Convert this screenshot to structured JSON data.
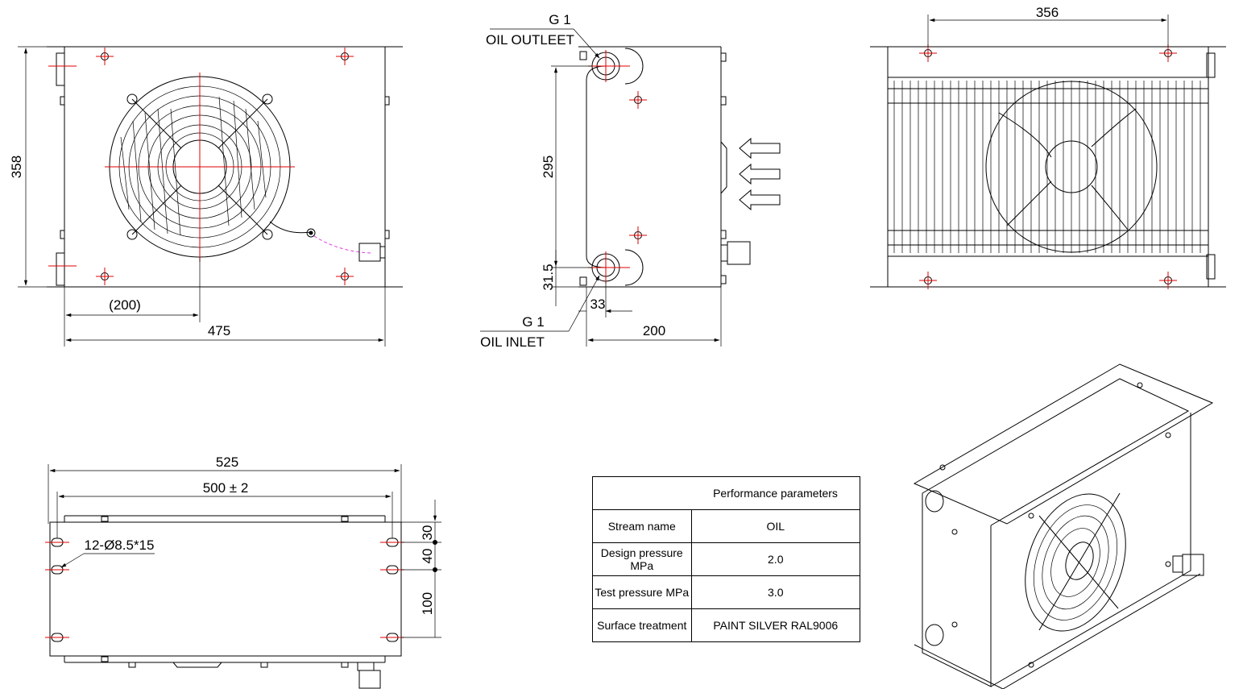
{
  "front_view": {
    "dim_height": "358",
    "dim_center": "(200)",
    "dim_width": "475"
  },
  "side_view": {
    "outlet_thread": "G 1",
    "outlet_label": "OIL OUTLEET",
    "inlet_thread": "G 1",
    "inlet_label": "OIL INLET",
    "dim_port_spacing": "295",
    "dim_port_height": "31.5",
    "dim_port_offset": "33",
    "dim_depth": "200"
  },
  "back_view": {
    "dim_hole_spacing": "356"
  },
  "bottom_view": {
    "dim_overall": "525",
    "dim_holes": "500 ± 2",
    "hole_spec": "12-Ø8.5*15",
    "dim_a": "30",
    "dim_b": "40",
    "dim_c": "100"
  },
  "table": {
    "header": "Performance parameters",
    "rows": [
      {
        "label": "Stream name",
        "value": "OIL"
      },
      {
        "label": "Design pressure  MPa",
        "value": "2.0"
      },
      {
        "label": "Test pressure MPa",
        "value": "3.0"
      },
      {
        "label": "Surface treatment",
        "value": "PAINT SILVER RAL9006"
      }
    ]
  },
  "colors": {
    "line": "#000000",
    "centerline": "#e00000",
    "cable": "#e040e0"
  }
}
